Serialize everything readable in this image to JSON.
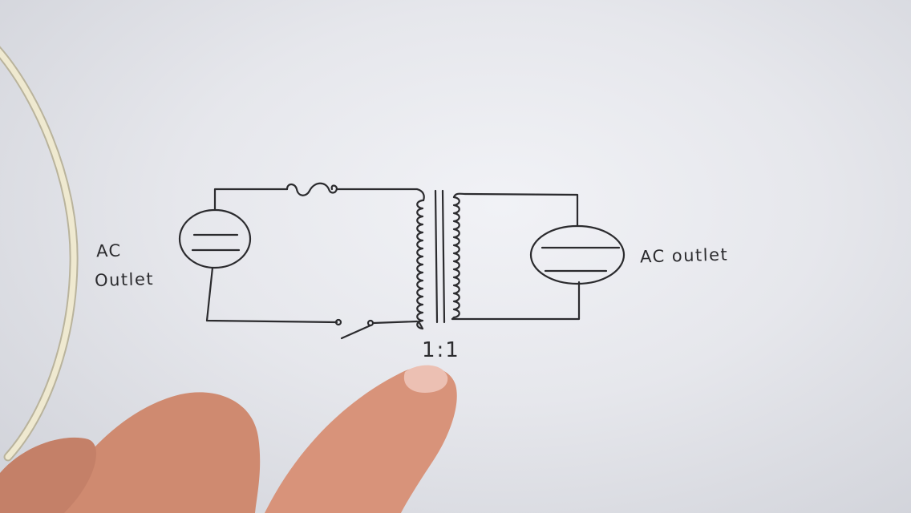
{
  "labels": {
    "left_source_line1": "AC",
    "left_source_line2": "Outlet",
    "right_source": "AC outlet",
    "turns_ratio": "1:1"
  },
  "colors": {
    "ink": "#2b2b2e",
    "paper": "#eceef2",
    "cable": "#e8e2c6",
    "skin": "#d9957a"
  }
}
